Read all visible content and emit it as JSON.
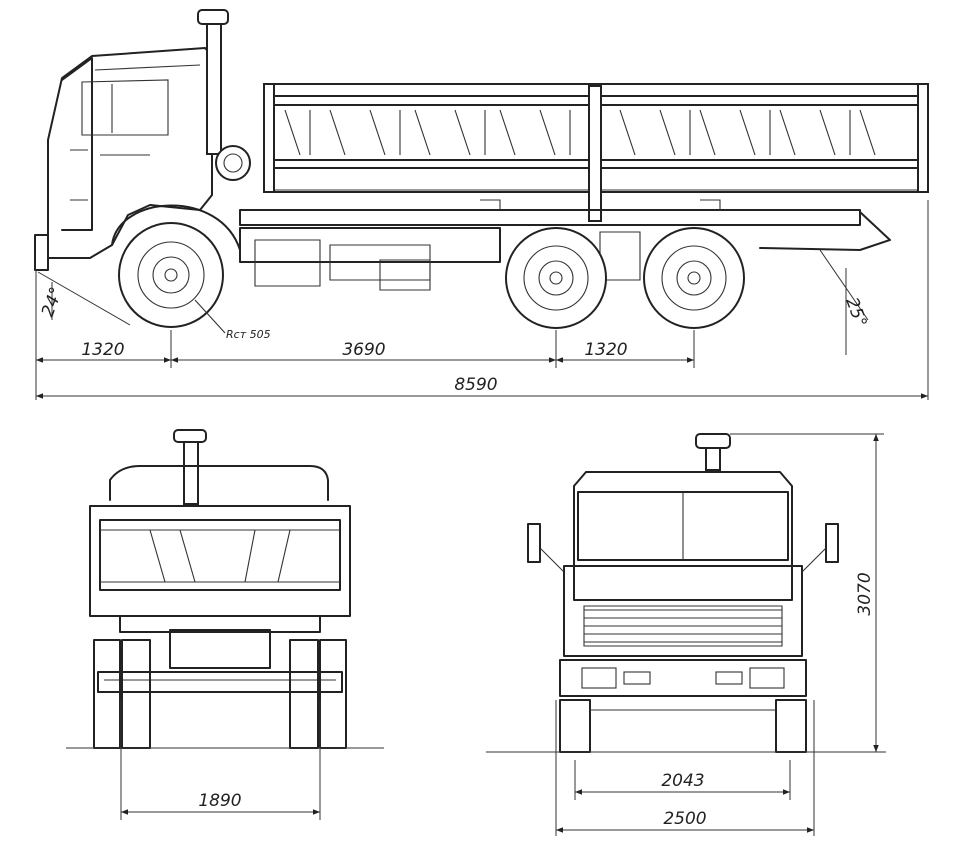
{
  "side_view": {
    "dim_front_overhang": "1320",
    "dim_wheelbase": "3690",
    "dim_bogie": "1320",
    "dim_overall_length": "8590",
    "angle_front": "24°",
    "angle_rear": "25°",
    "wheel_label": "Rст 505"
  },
  "rear_view": {
    "dim_track": "1890"
  },
  "front_view": {
    "dim_track": "2043",
    "dim_width": "2500",
    "dim_height": "3070"
  }
}
